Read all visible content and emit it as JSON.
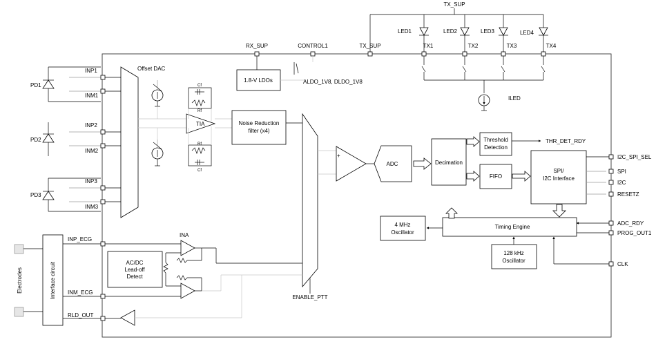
{
  "supplies": {
    "tx_sup_top": "TX_SUP",
    "rx_sup": "RX_SUP",
    "control1": "CONTROL1",
    "tx_sup": "TX_SUP"
  },
  "leds": [
    "LED1",
    "LED2",
    "LED3",
    "LED4"
  ],
  "tx_pins": [
    "TX1",
    "TX2",
    "TX3",
    "TX4"
  ],
  "photodiodes": [
    "PD1",
    "PD2",
    "PD3"
  ],
  "inputs": [
    "INP1",
    "INM1",
    "INP2",
    "INM2",
    "INP3",
    "INM3"
  ],
  "ecg_pins": {
    "inp": "INP_ECG",
    "inm": "INM_ECG",
    "rld": "RLD_OUT"
  },
  "electrodes": "Electrodes",
  "interface": "Interface circuit",
  "blocks": {
    "offset_dac": "Offset DAC",
    "tia": "TIA",
    "rf_top": "Rf",
    "cf_top": "Cf",
    "rf_bot": "Rf",
    "cf_bot": "Cf",
    "ldo": "1.8-V LDOs",
    "ldo_out": "ALDO_1V8, DLDO_1V8",
    "noise_filter_l1": "Noise Reduction",
    "noise_filter_l2": "filter (x4)",
    "adc": "ADC",
    "plus": "+",
    "decimation": "Decimation",
    "threshold_l1": "Threshold",
    "threshold_l2": "Detection",
    "thr_out": "THR_DET_RDY",
    "fifo": "FIFO",
    "spi_l1": "SPI/",
    "spi_l2": "I2C Interface",
    "iled": "ILED",
    "osc4_l1": "4 MHz",
    "osc4_l2": "Oscillator",
    "timing": "Timing Engine",
    "osc128_l1": "128 kHz",
    "osc128_l2": "Oscillator",
    "ina": "INA",
    "acdc_l1": "AC/DC",
    "acdc_l2": "Lead-off",
    "acdc_l3": "Detect",
    "enable_ptt": "ENABLE_PTT"
  },
  "right_pins": [
    "I2C_SPI_SEL",
    "SPI",
    "I2C",
    "RESETZ",
    "ADC_RDY",
    "PROG_OUT1",
    "CLK"
  ]
}
